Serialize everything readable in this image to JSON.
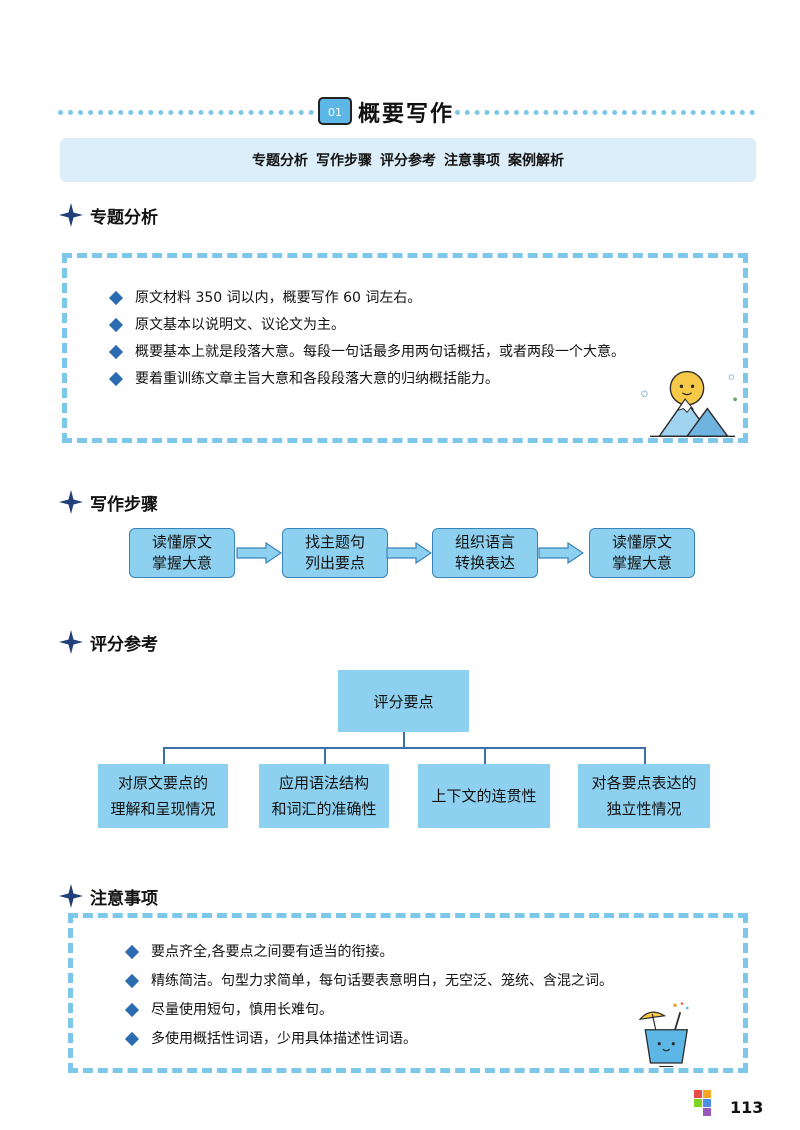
{
  "chapter": {
    "number": "01",
    "title": "概要写作"
  },
  "nav": [
    "专题分析",
    "写作步骤",
    "评分参考",
    "注意事项",
    "案例解析"
  ],
  "analysis": {
    "heading": "专题分析",
    "items": [
      "原文材料 350 词以内，概要写作 60 词左右。",
      "原文基本以说明文、议论文为主。",
      "概要基本上就是段落大意。每段一句话最多用两句话概括，或者两段一个大意。",
      "要着重训练文章主旨大意和各段段落大意的归纳概括能力。"
    ]
  },
  "steps": {
    "heading": "写作步骤",
    "items": [
      {
        "line1": "读懂原文",
        "line2": "掌握大意"
      },
      {
        "line1": "找主题句",
        "line2": "列出要点"
      },
      {
        "line1": "组织语言",
        "line2": "转换表达"
      },
      {
        "line1": "读懂原文",
        "line2": "掌握大意"
      }
    ]
  },
  "scoring": {
    "heading": "评分参考",
    "root": "评分要点",
    "children": [
      {
        "line1": "对原文要点的",
        "line2": "理解和呈现情况"
      },
      {
        "line1": "应用语法结构",
        "line2": "和词汇的准确性"
      },
      {
        "line1": "上下文的连贯性",
        "line2": ""
      },
      {
        "line1": "对各要点表达的",
        "line2": "独立性情况"
      }
    ]
  },
  "notes": {
    "heading": "注意事项",
    "items": [
      "要点齐全,各要点之间要有适当的衔接。",
      "精练简洁。句型力求简单，每句话要表意明白，无空泛、笼统、含混之词。",
      "尽量使用短句，慎用长难句。",
      "多使用概括性词语，少用具体描述性词语。"
    ]
  },
  "page_number": "113",
  "colors": {
    "accent_light": "#dceefa",
    "accent": "#8ed0ef",
    "dash": "#7dc7ea",
    "bullet": "#2b6cb0",
    "star": "#233f7a"
  }
}
